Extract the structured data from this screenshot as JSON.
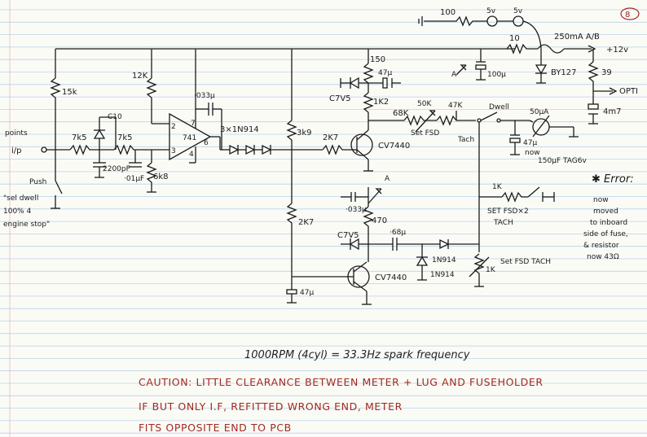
{
  "supply": {
    "r_100": "100",
    "v1": "5v",
    "v2": "5v",
    "r_10": "10",
    "fuse": "250mA A/B",
    "plus12": "+12v",
    "diode": "BY127",
    "r_39": "39",
    "opti": "OPTI",
    "cap_4m7": "4m7",
    "page_mark": "8"
  },
  "input": {
    "points": "points",
    "ip": "i/p",
    "push": "Push",
    "note": [
      "\"sel dwell",
      "100% 4",
      "engine stop\""
    ],
    "r_15k": "15k",
    "r_7k5a": "7k5",
    "r_7k5b": "7k5",
    "c10": "C10",
    "cap_2200": "2200pF",
    "cap_01": "·01µF"
  },
  "opamp": {
    "r_12k": "12K",
    "type": "741",
    "pin_inv": "2",
    "pin_noninv": "3",
    "pin_out": "6",
    "pin_v": "7",
    "pin_gnd": "4",
    "r_6k8": "6k8",
    "cap_033": "·033µ",
    "diodes": "3×1N914"
  },
  "stage1": {
    "r_3k9": "3k9",
    "r_2k7": "2K7",
    "r_150": "150",
    "cap_47": "47µ",
    "zener": "C7V5",
    "r_1k2": "1K2",
    "transistor": "CV7440",
    "r_68k": "68K",
    "pot_50k": "50K",
    "set_fsd": "Set FSD",
    "r_47k": "47K",
    "node_a": "A",
    "cap_100u": "100µ"
  },
  "meter": {
    "dwell": "Dwell",
    "tach": "Tach",
    "meter": "50µA",
    "cap_47u": "47µ",
    "now": "now",
    "now_note": "150µF TAG6v",
    "r_1k": "1K",
    "set_fsd2": "SET FSD×2",
    "tach2": "TACH",
    "pot_1k": "1K",
    "set_fsd_tach": "Set FSD TACH"
  },
  "stage2": {
    "r_2k7": "2K7",
    "cap_47u": "47µ",
    "node_a": "A",
    "cap_033": "·033µ",
    "r_470": "470",
    "zener": "C7V5",
    "cap_68": "·68µ",
    "d1": "1N914",
    "d2": "1N914",
    "transistor": "CV7440"
  },
  "error_note": {
    "title": "✱ Error:",
    "lines": [
      "now",
      "moved",
      "to inboard",
      "side of fuse,",
      "& resistor",
      "now 43Ω"
    ]
  },
  "notes": {
    "spark": "1000RPM  (4cyl)   =   33.3Hz    spark frequency",
    "caution_1": "CAUTION:  LITTLE CLEARANCE BETWEEN METER + LUG AND FUSEHOLDER",
    "caution_2": "IF BUT ONLY I.F, REFITTED WRONG END, METER",
    "caution_3": "FITS OPPOSITE END TO PCB"
  }
}
